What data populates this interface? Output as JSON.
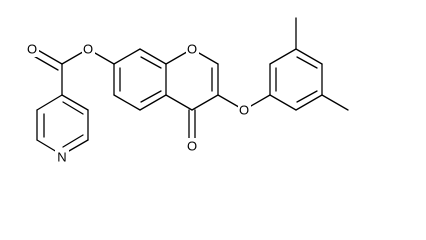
{
  "structure": {
    "atoms": [
      {
        "id": "o_carbonyl_ester",
        "label": "O"
      },
      {
        "id": "o_ester",
        "label": "O"
      },
      {
        "id": "o_ring",
        "label": "O"
      },
      {
        "id": "o_ether",
        "label": "O"
      },
      {
        "id": "o_ketone",
        "label": "O"
      },
      {
        "id": "n_pyridine",
        "label": "N"
      }
    ]
  },
  "colors": {
    "bond": "#000000",
    "background": "#ffffff",
    "label": "#000000"
  }
}
